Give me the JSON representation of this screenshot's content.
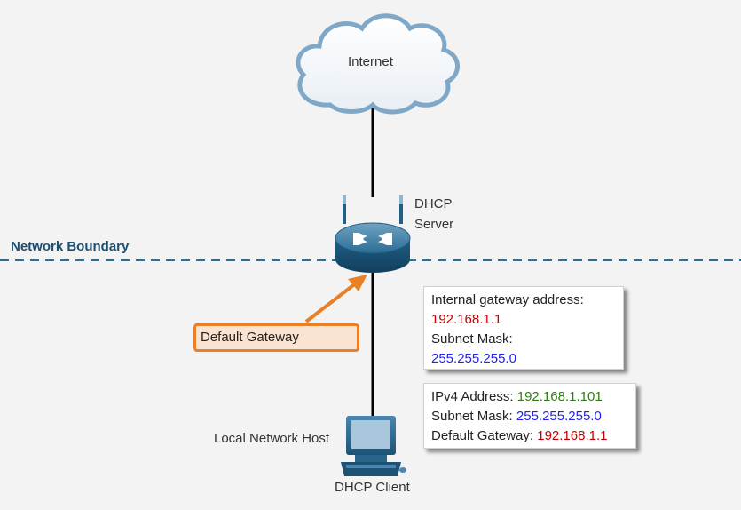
{
  "nodes": {
    "internet": "Internet",
    "router_label_line1": "DHCP",
    "router_label_line2": "Server",
    "host_label": "Local Network Host",
    "client_label": "DHCP Client"
  },
  "boundary": {
    "label": "Network Boundary"
  },
  "callout": {
    "default_gateway": "Default Gateway"
  },
  "router_info": {
    "gateway_label": "Internal gateway address:",
    "gateway_value": "192.168.1.1",
    "mask_label": "Subnet Mask:",
    "mask_value": "255.255.255.0"
  },
  "host_info": {
    "ipv4_label": "IPv4 Address:",
    "ipv4_value": "192.168.1.101",
    "mask_label": "Subnet Mask:",
    "mask_value": "255.255.255.0",
    "gateway_label": "Default Gateway:",
    "gateway_value": "192.168.1.1"
  },
  "colors": {
    "boundary_line": "#2a6f8f",
    "callout_border": "#e8802a",
    "callout_fill": "#fbe3d1",
    "router_body": "#1f5f86",
    "cloud_outline": "#7fa8c8",
    "value_red": "#c00000",
    "value_blue": "#2222ee",
    "value_green": "#2e7d12"
  }
}
